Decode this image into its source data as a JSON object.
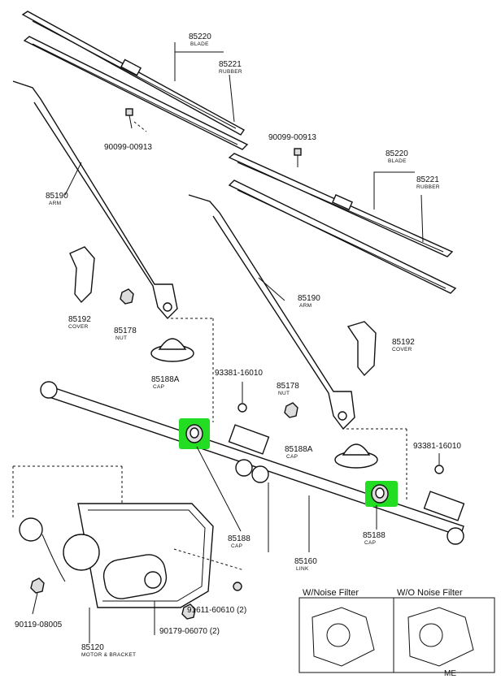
{
  "labels": {
    "blade_left": {
      "num": "85220",
      "name": "BLADE"
    },
    "rubber_left": {
      "num": "85221",
      "name": "RUBBER"
    },
    "screw_left": {
      "num": "90099-00913"
    },
    "screw_right": {
      "num": "90099-00913"
    },
    "blade_right": {
      "num": "85220",
      "name": "BLADE"
    },
    "rubber_right": {
      "num": "85221",
      "name": "RUBBER"
    },
    "arm_left": {
      "num": "85190",
      "name": "ARM"
    },
    "arm_right": {
      "num": "85190",
      "name": "ARM"
    },
    "cover_left": {
      "num": "85192",
      "name": "COVER"
    },
    "cover_right": {
      "num": "85192",
      "name": "COVER"
    },
    "nut_left": {
      "num": "85178",
      "name": "NUT"
    },
    "nut_right": {
      "num": "85178",
      "name": "NUT"
    },
    "cap_a_left": {
      "num": "85188A",
      "name": "CAP"
    },
    "cap_a_right": {
      "num": "85188A",
      "name": "CAP"
    },
    "washer_left": {
      "num": "93381-16010"
    },
    "washer_right": {
      "num": "93381-16010"
    },
    "cap_left": {
      "num": "85188",
      "name": "CAP"
    },
    "cap_right": {
      "num": "85188",
      "name": "CAP"
    },
    "link": {
      "num": "85160",
      "name": "LINK"
    },
    "bolt_left": {
      "num": "90119-08005"
    },
    "bolt_right": {
      "num": "91611-60610 (2)"
    },
    "nut_motor": {
      "num": "90179-06070 (2)"
    },
    "motor": {
      "num": "85120",
      "name": "MOTOR & BRACKET"
    }
  },
  "insets": {
    "with_filter": "W/Noise Filter",
    "without_filter": "W/O Noise Filter",
    "corner_code": "ME"
  },
  "colors": {
    "highlight": "#22dd22",
    "ink": "#111111"
  }
}
